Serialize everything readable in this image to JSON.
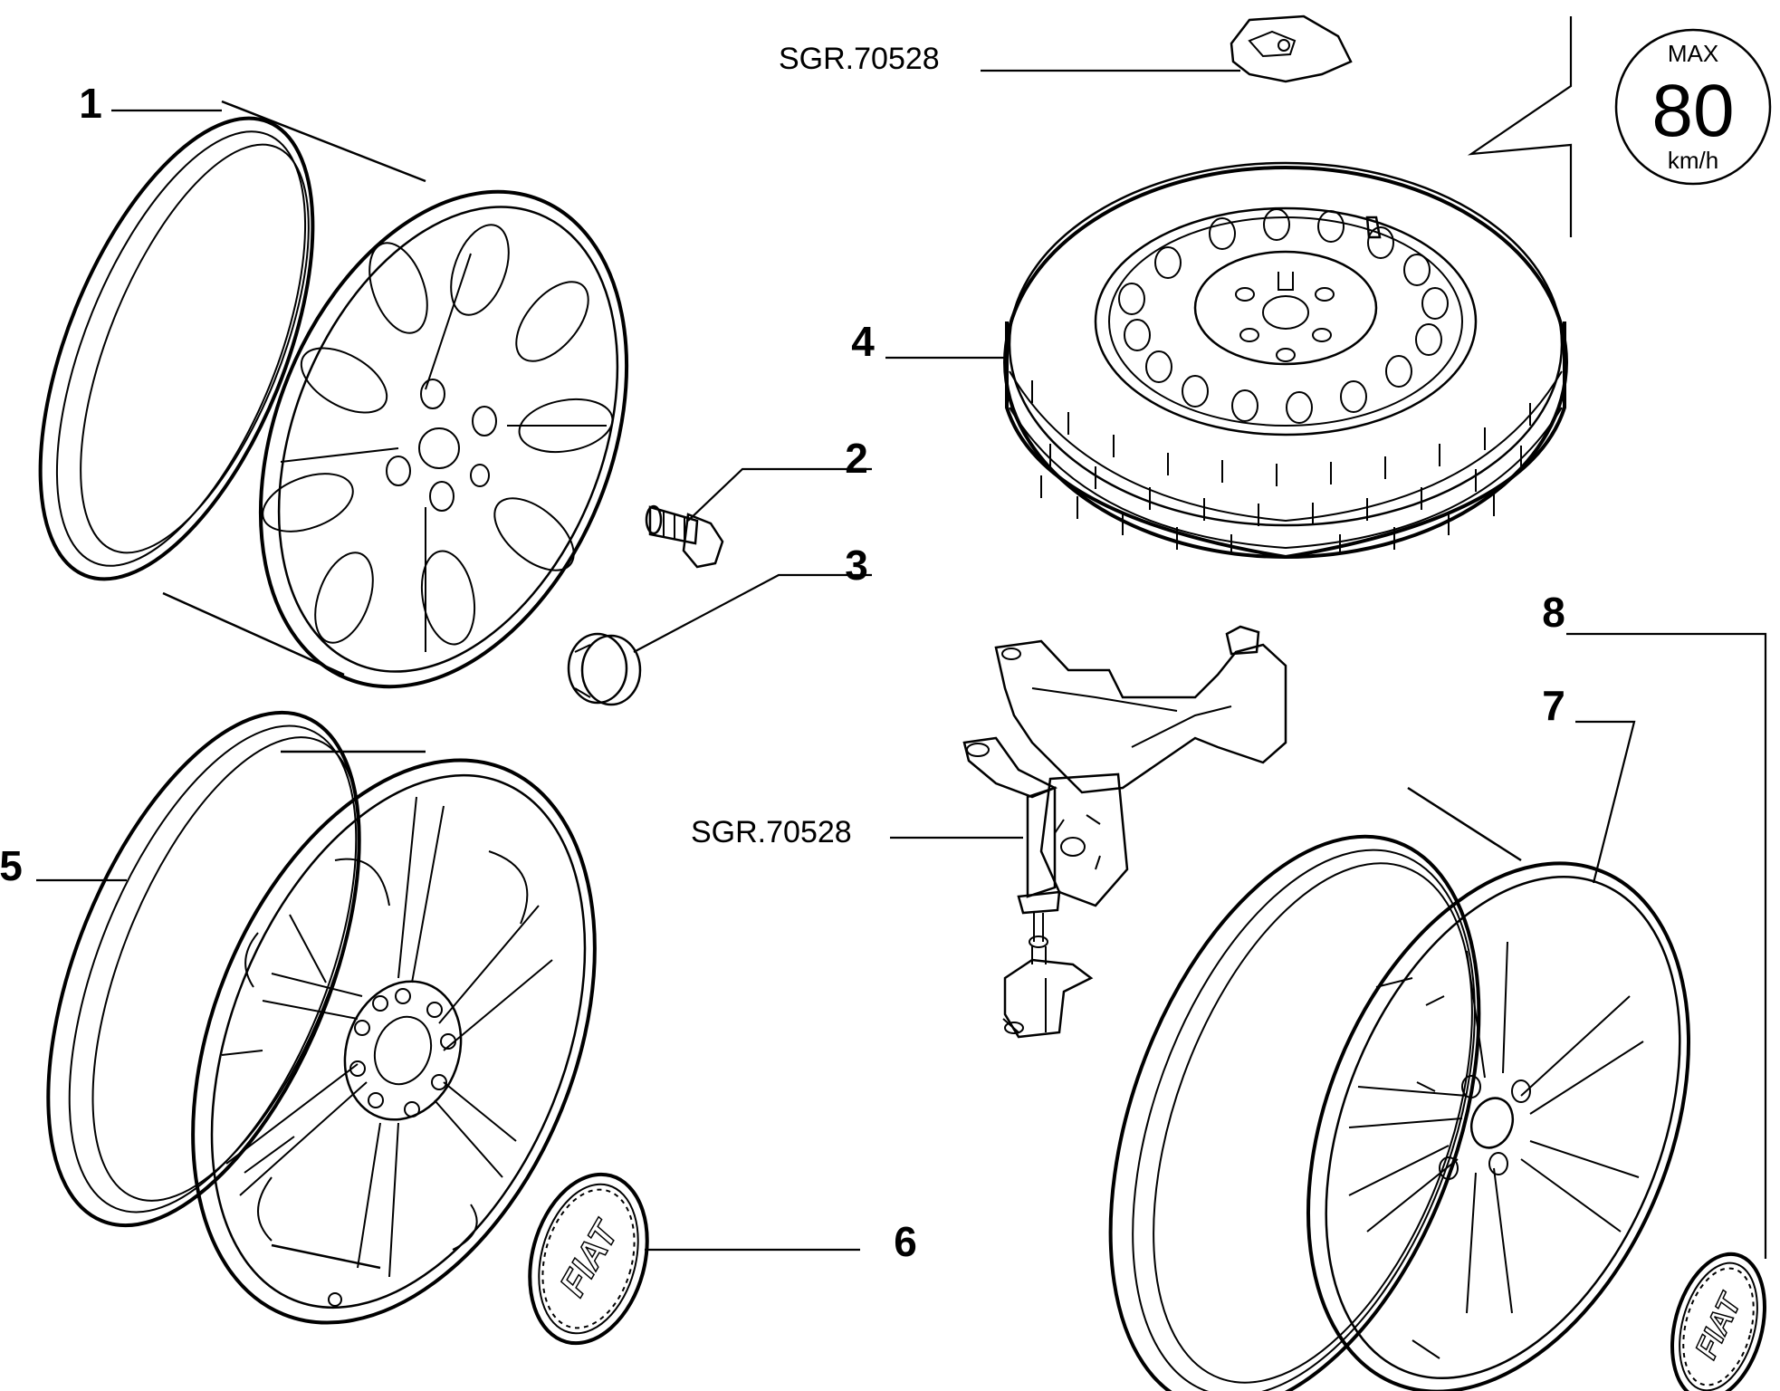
{
  "labels": {
    "callout_1": "1",
    "callout_2": "2",
    "callout_3": "3",
    "callout_4": "4",
    "callout_5": "5",
    "callout_6": "6",
    "callout_7": "7",
    "callout_8": "8",
    "ref_top": "SGR.70528",
    "ref_middle": "SGR.70528"
  },
  "speed_sign": {
    "line1": "MAX",
    "line2": "80",
    "line3": "km/h"
  },
  "hubcap_logo": "FIAT"
}
